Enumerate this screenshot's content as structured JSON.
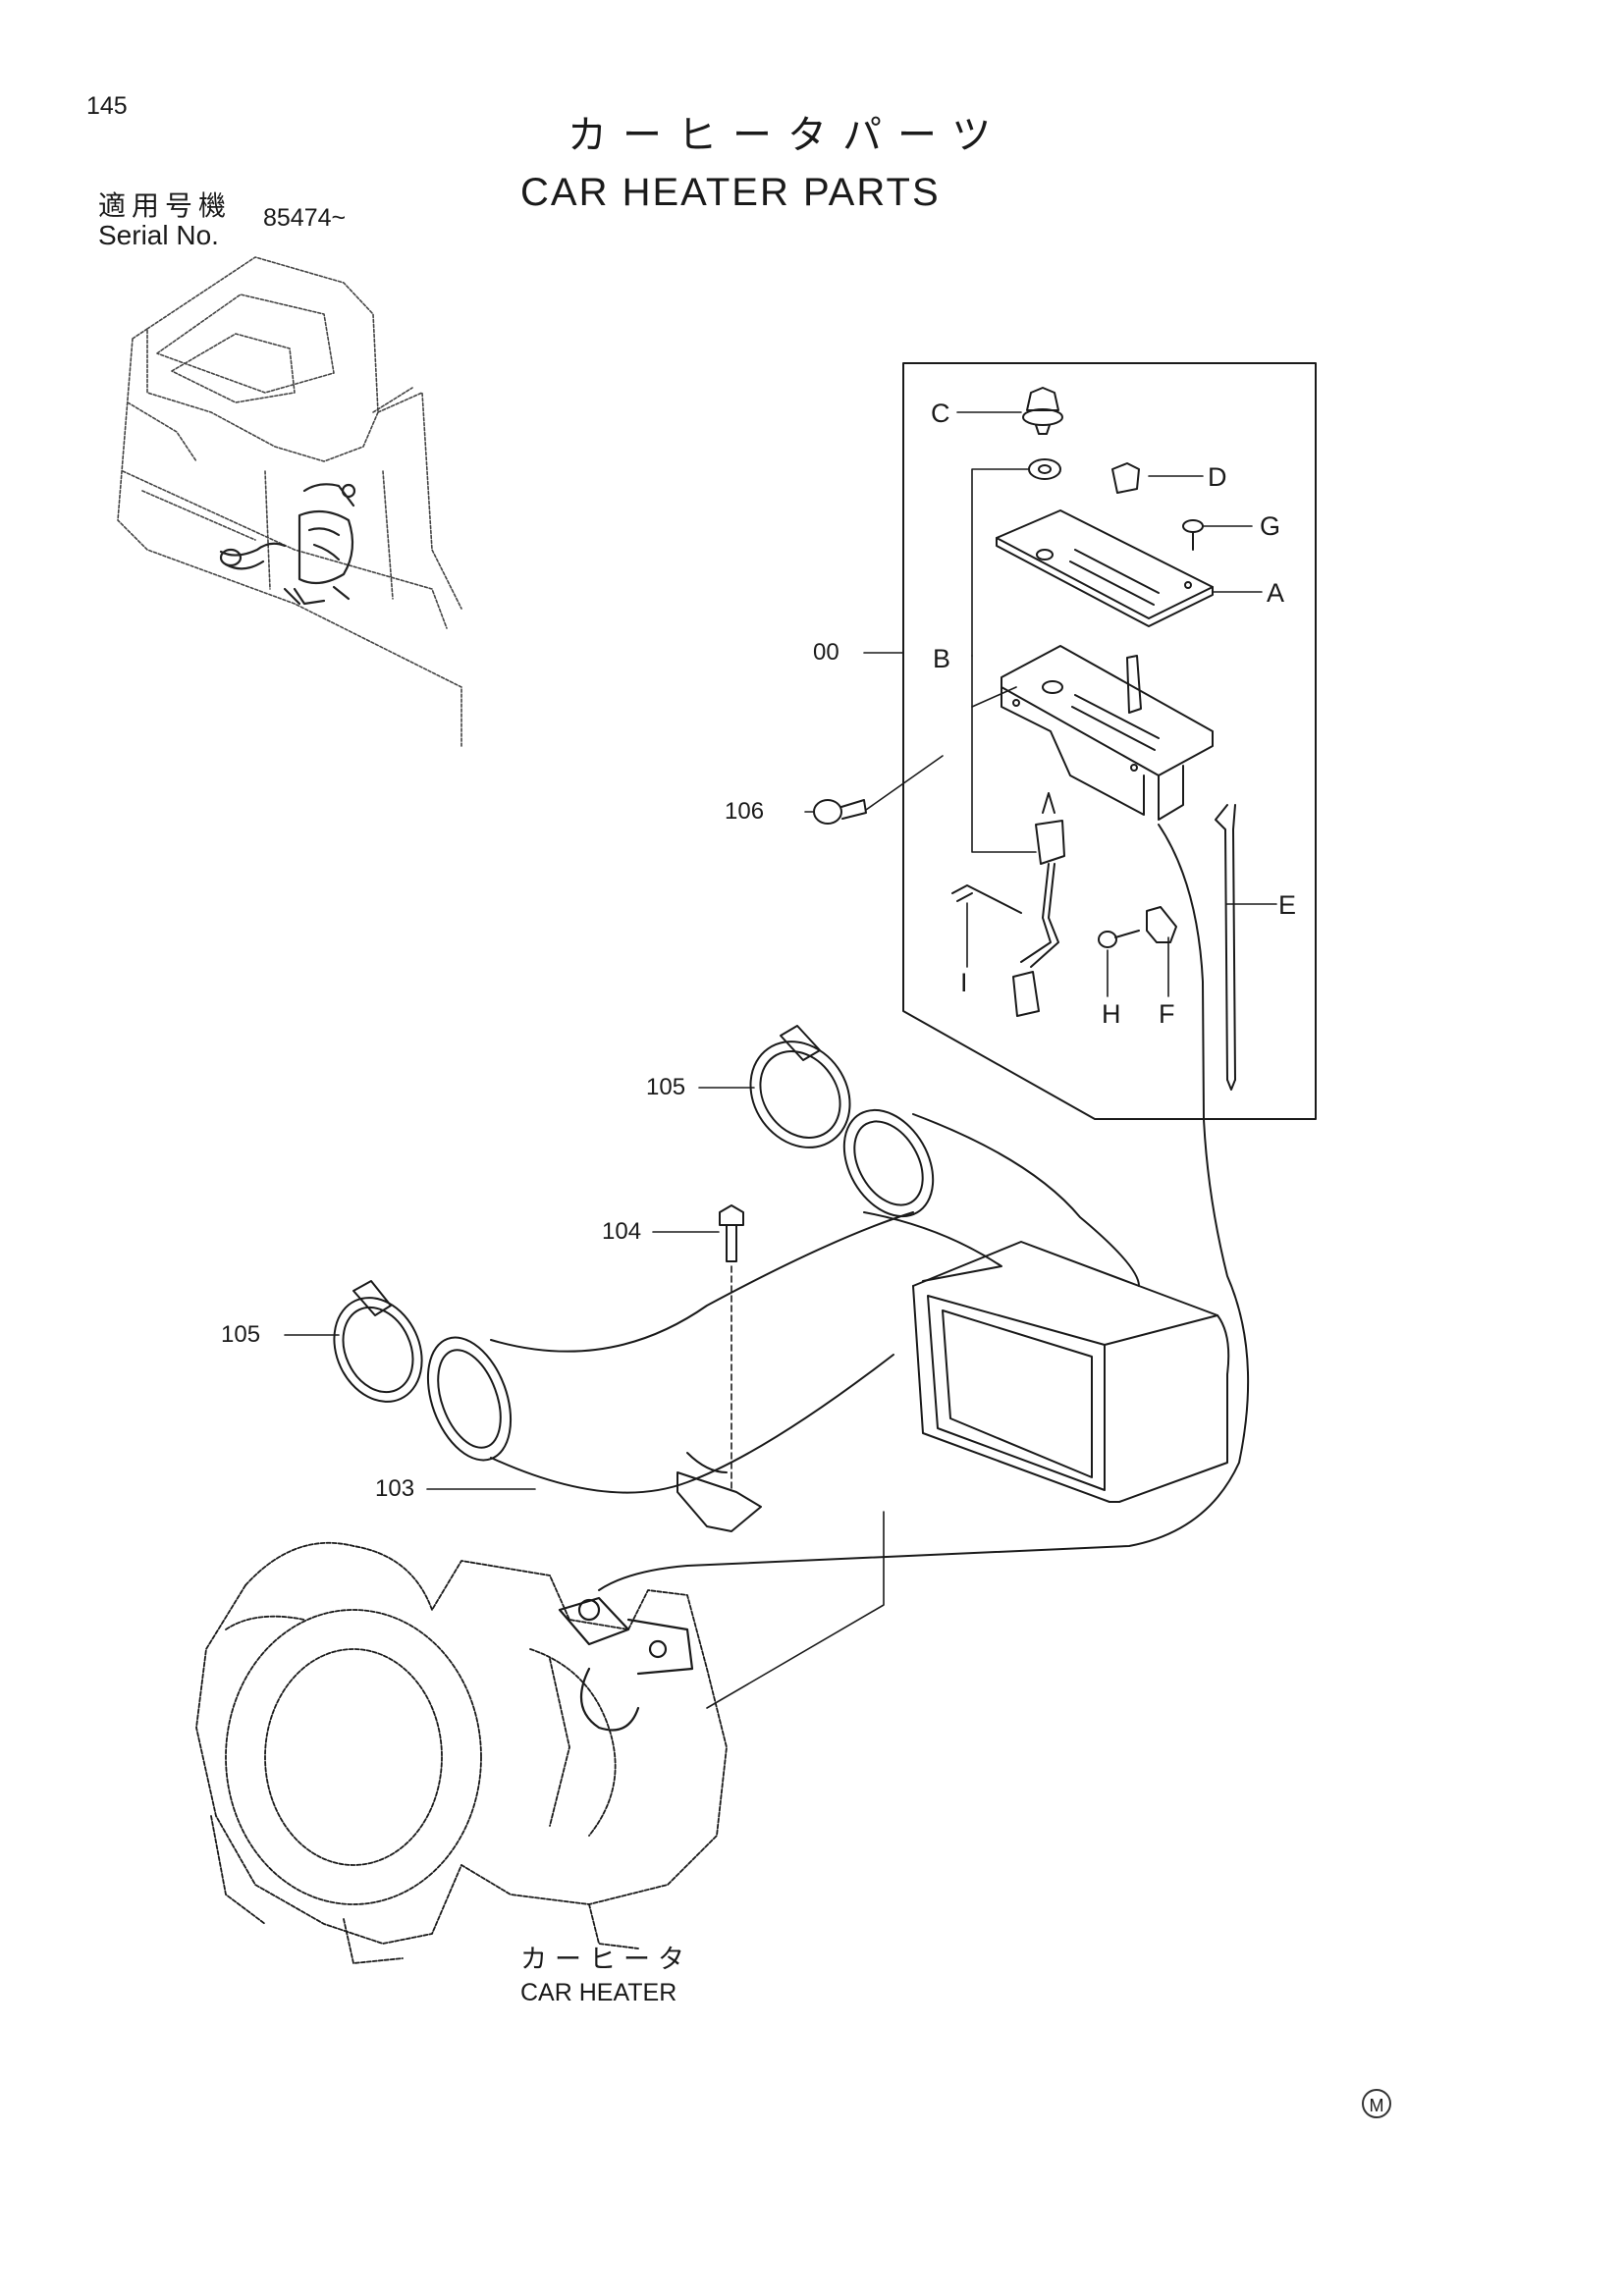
{
  "header": {
    "page_number": "145",
    "title_jp": "カーヒータパーツ",
    "title_en": "CAR HEATER PARTS",
    "serial_label_jp": "適用号機",
    "serial_label_en": "Serial No.",
    "serial_value": "85474~"
  },
  "callouts": {
    "C": "C",
    "D": "D",
    "G": "G",
    "A": "A",
    "B": "B",
    "E": "E",
    "F": "F",
    "H": "H",
    "I": "I",
    "n00": "00",
    "n106": "106",
    "n105a": "105",
    "n104": "104",
    "n105b": "105",
    "n103": "103"
  },
  "heater_label": {
    "jp": "カーヒータ",
    "en": "CAR HEATER"
  },
  "mark": "M"
}
